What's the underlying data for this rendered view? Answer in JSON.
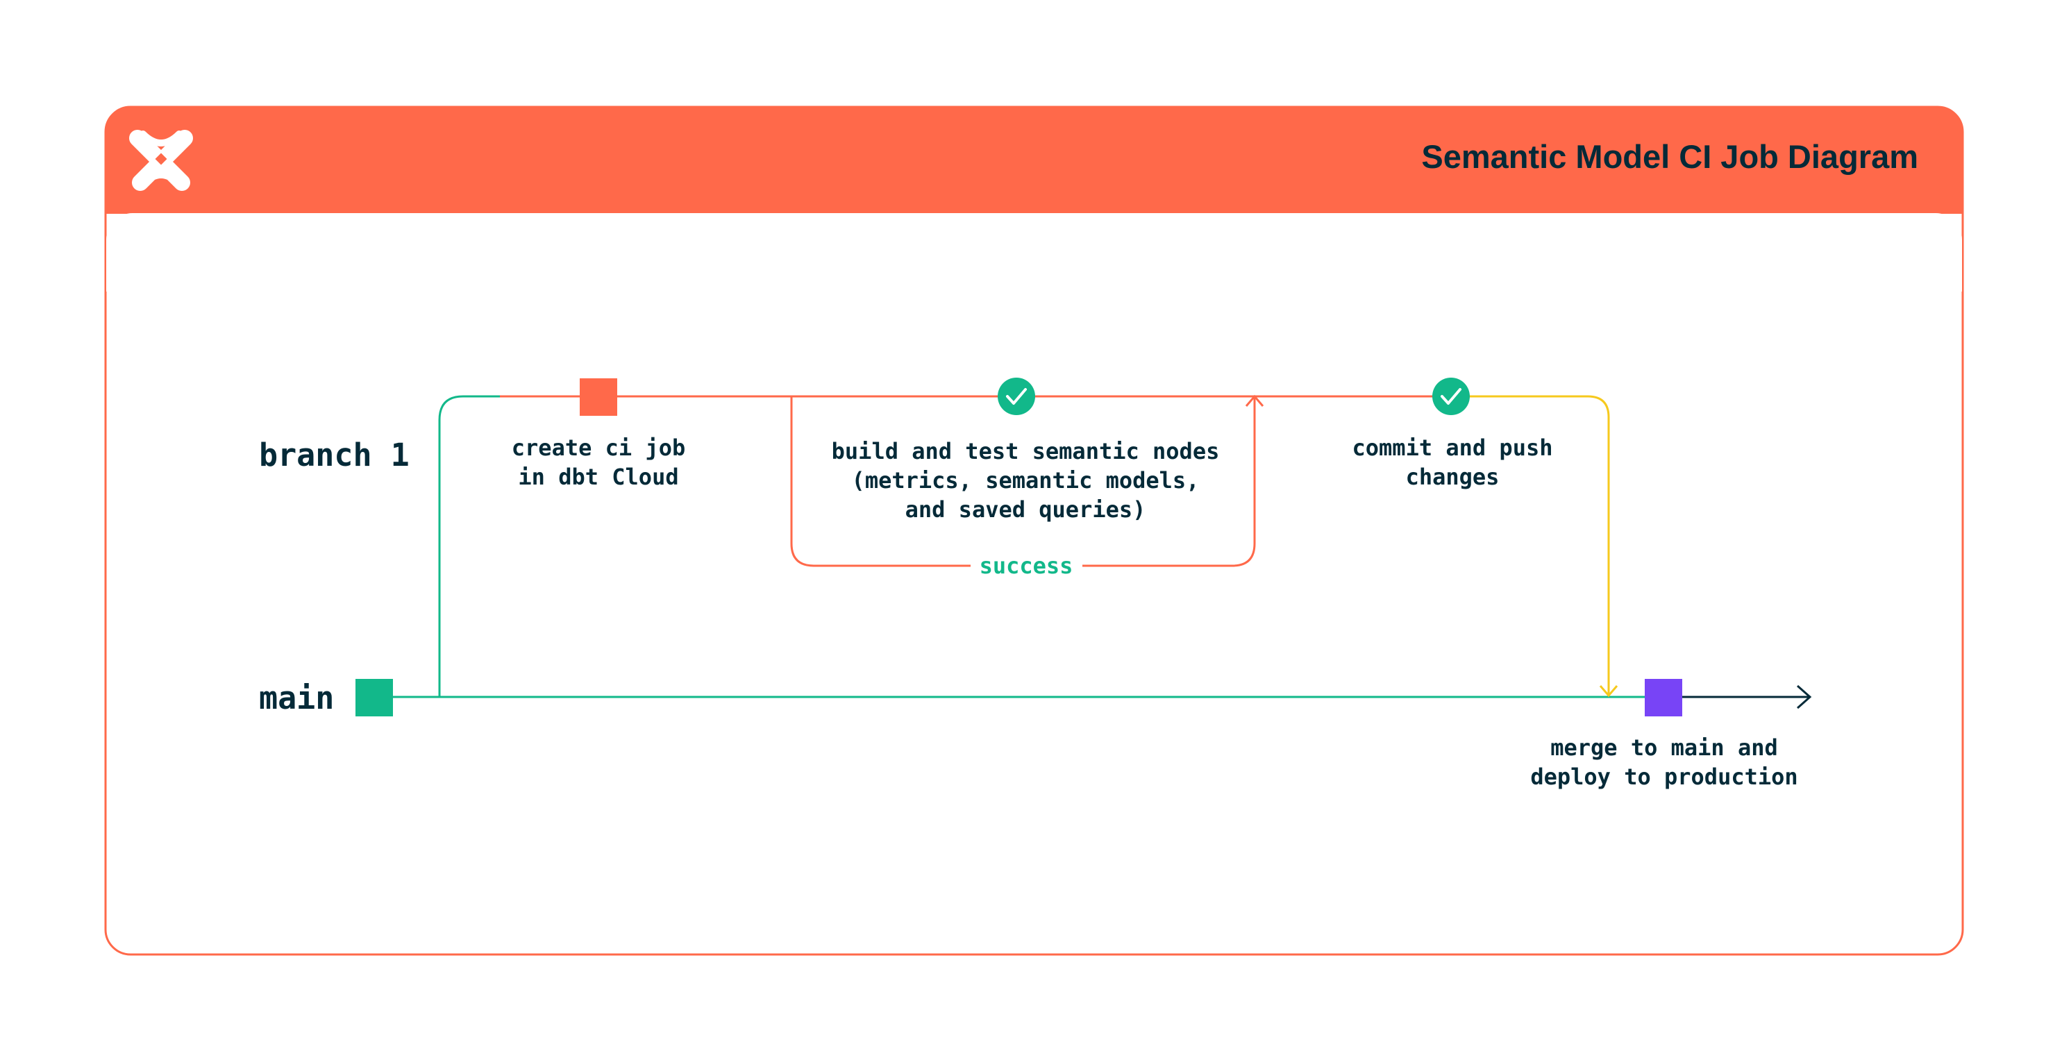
{
  "header": {
    "title": "Semantic Model CI Job Diagram",
    "logo_icon": "dbt-logo-icon"
  },
  "colors": {
    "header": "#ff694a",
    "main_line": "#12b88a",
    "branch_line": "#ff694a",
    "commit_line": "#f6c91d",
    "merge_node": "#7844f6",
    "text": "#052a38",
    "success_text": "#12b88a"
  },
  "lanes": {
    "branch": "branch 1",
    "main": "main"
  },
  "steps": {
    "create_ci_job": [
      "create ci job",
      "in dbt Cloud"
    ],
    "build_and_test": [
      "build and test semantic nodes",
      "(metrics, semantic models,",
      "and saved queries)"
    ],
    "success": "success",
    "commit_and_push": [
      "commit and push",
      "changes"
    ],
    "merge": [
      "merge to main and",
      "deploy to production"
    ]
  }
}
